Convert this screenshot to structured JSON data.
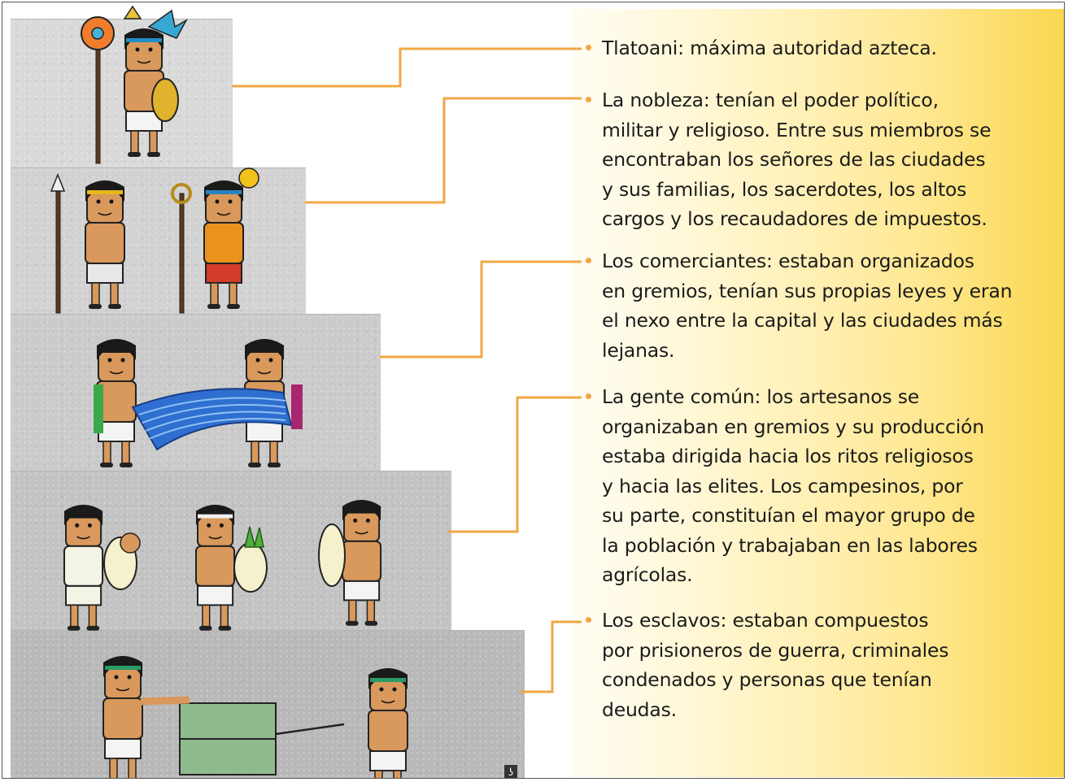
{
  "colors": {
    "connector": "#f0a743",
    "panel_gradient_end": "#f9d74f",
    "text": "#1b1b1b"
  },
  "hierarchy": [
    {
      "rank": 1,
      "pre": "",
      "term": "Tlatoani",
      "text": ": máxima autoridad azteca.",
      "lines": [
        "Tlatoani: máxima autoridad azteca."
      ],
      "figure": "tlatoani-ruler"
    },
    {
      "rank": 2,
      "pre": "La ",
      "term": "nobleza",
      "text": ": tenían el poder político,",
      "lines": [
        "La nobleza: tenían el poder político,",
        "militar y religioso. Entre sus miembros se",
        "encontraban los señores de las ciudades",
        "y sus familias, los sacerdotes, los altos",
        "cargos y los recaudadores de impuestos."
      ],
      "figure": "noble-warrior-and-priest"
    },
    {
      "rank": 3,
      "pre": "Los ",
      "term": "comerciantes",
      "text": ": estaban organizados",
      "lines": [
        "Los comerciantes: estaban organizados",
        "en gremios, tenían sus propias leyes y eran",
        "el nexo entre la capital y las ciudades más",
        "lejanas."
      ],
      "figure": "merchants-trading-cloth"
    },
    {
      "rank": 4,
      "pre": "La ",
      "term": "gente común",
      "text": ": los artesanos se",
      "lines": [
        "La gente común: los artesanos se",
        "organizaban en gremios y su producción",
        "estaba dirigida hacia los ritos religiosos",
        "y hacia las elites. Los campesinos, por",
        "su parte, constituían el mayor grupo de",
        "la población y trabajaban en las labores",
        "agrícolas."
      ],
      "figure": "commoners-carrying-loads"
    },
    {
      "rank": 5,
      "pre": "Los ",
      "term": "esclavos",
      "text": ": estaban compuestos",
      "lines": [
        "Los esclavos: estaban compuestos",
        "por prisioneros de guerra, criminales",
        "condenados y personas que tenían",
        "deudas."
      ],
      "figure": "slaves-pulling-block"
    }
  ],
  "copyright_glyph": "ʖ"
}
